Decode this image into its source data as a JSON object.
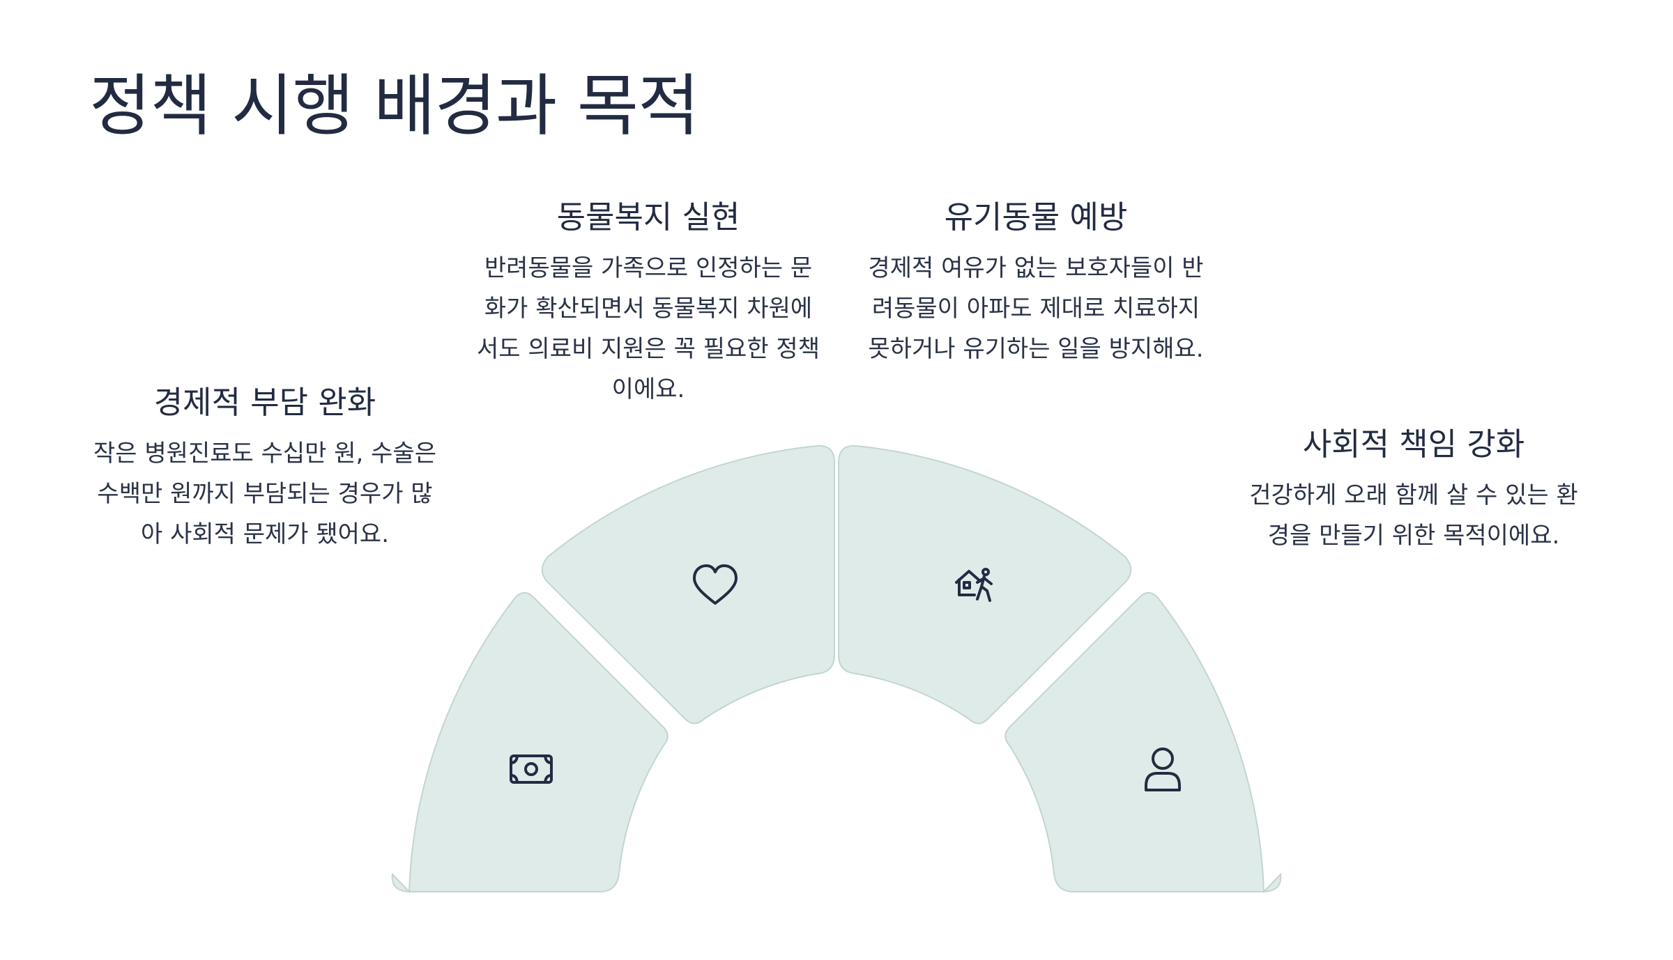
{
  "page": {
    "title": "정책 시행 배경과 목적"
  },
  "segments": [
    {
      "id": "burden",
      "title": "경제적 부담 완화",
      "description": "작은 병원진료도 수십만 원, 수술은 수백만 원까지 부담되는 경우가 많아 사회적 문제가 됐어요.",
      "icon": "banknote-icon"
    },
    {
      "id": "welfare",
      "title": "동물복지 실현",
      "description": "반려동물을 가족으로 인정하는 문화가 확산되면서 동물복지 차원에서도 의료비 지원은 꼭 필요한 정책이에요.",
      "icon": "heart-icon"
    },
    {
      "id": "abandon",
      "title": "유기동물 예방",
      "description": "경제적 여유가 없는 보호자들이 반려동물이 아파도 제대로 치료하지 못하거나 유기하는 일을 방지해요.",
      "icon": "house-leave-icon"
    },
    {
      "id": "social",
      "title": "사회적 책임 강화",
      "description": "건강하게 오래 함께 살 수 있는 환경을 만들기 위한 목적이에요.",
      "icon": "person-icon"
    }
  ],
  "colors": {
    "segment_fill": "#dfebe8",
    "segment_stroke": "#c3d5d0",
    "text": "#222b42",
    "background": "#ffffff"
  }
}
